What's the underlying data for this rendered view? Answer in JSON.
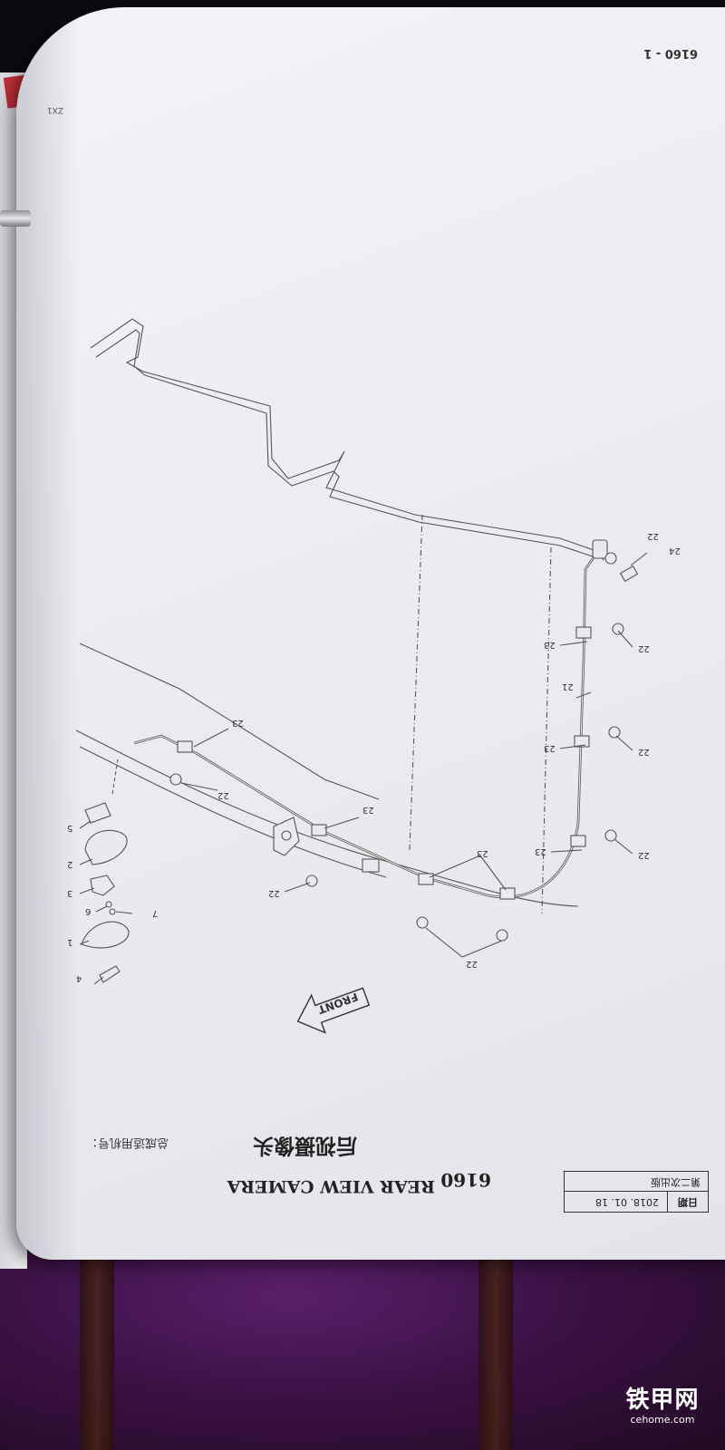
{
  "page": {
    "page_number": "6160 - 1",
    "corner_mark": "ZX1"
  },
  "title": {
    "section_number": "6160",
    "english": "REAR VIEW CAMERA",
    "chinese": "后视摄像头"
  },
  "models_label": "总成适用机号：",
  "date_table": {
    "date_label": "日期",
    "date_value": "2018. 01. 18",
    "edition": "第二次出版"
  },
  "front_label": "FRONT",
  "callouts": {
    "c1": "1",
    "c2": "2",
    "c3": "3",
    "c4": "4",
    "c5": "5",
    "c6": "6",
    "c7": "7",
    "c21": "21",
    "c22a": "22",
    "c22b": "22",
    "c22c": "22",
    "c22d": "22",
    "c22e": "22",
    "c22f": "22",
    "c22g": "22",
    "c23a": "23",
    "c23b": "23",
    "c23c": "23",
    "c23d": "23",
    "c23e": "23",
    "c23f": "23",
    "c24": "24"
  },
  "watermark": {
    "text": "铁甲网",
    "url": "cehome.com"
  },
  "colors": {
    "paper": "#ececf1",
    "ink": "#333333",
    "cloth": "#3c1146",
    "tab": "#c43038"
  }
}
